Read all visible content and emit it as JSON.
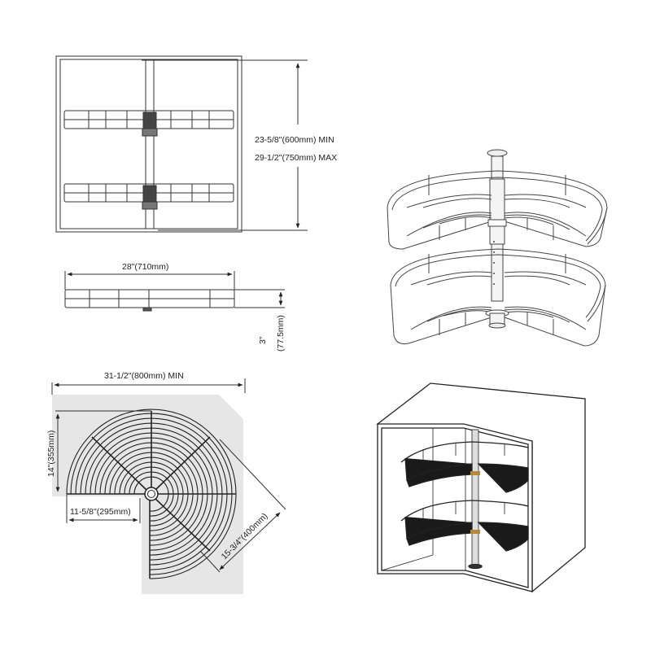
{
  "front_view": {
    "height_min_label": "23-5/8\"(600mm)  MIN",
    "height_max_label": "29-1/2\"(750mm)  MAX"
  },
  "side_view": {
    "width_label": "28\"(710mm)",
    "depth_inches_label": "3\"",
    "depth_mm_label": "(77.5mm)"
  },
  "top_view": {
    "cabinet_width_label": "31-1/2\"(800mm) MIN",
    "radius_vertical_label": "14\"(355mm)",
    "radius_horizontal_label": "11-5/8\"(295mm)",
    "diagonal_label": "15-3/4\"(400mm)",
    "background_color": "#e6e6e6"
  },
  "perspective_view": {
    "tiers": 2
  },
  "cabinet_view": {
    "tiers": 2,
    "basket_color": "#1a1a1a"
  },
  "colors": {
    "line": "#333333",
    "text": "#222222",
    "shade": "#e6e6e6"
  }
}
